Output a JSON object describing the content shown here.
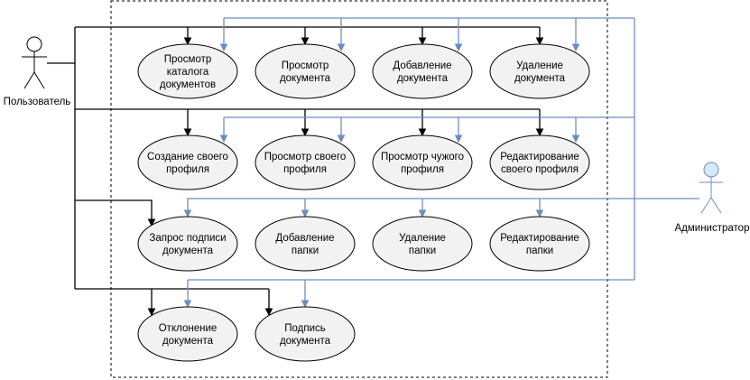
{
  "actors": {
    "user": {
      "label": "Пользователь"
    },
    "admin": {
      "label": "Администратор"
    }
  },
  "use_cases": [
    {
      "id": "uc-view-catalog",
      "lines": [
        "Просмотр",
        "каталога",
        "документов"
      ]
    },
    {
      "id": "uc-view-document",
      "lines": [
        "Просмотр",
        "документа"
      ]
    },
    {
      "id": "uc-add-document",
      "lines": [
        "Добавление",
        "документа"
      ]
    },
    {
      "id": "uc-delete-document",
      "lines": [
        "Удаление",
        "документа"
      ]
    },
    {
      "id": "uc-create-profile",
      "lines": [
        "Создание своего",
        "профиля"
      ]
    },
    {
      "id": "uc-view-own-profile",
      "lines": [
        "Просмотр своего",
        "профиля"
      ]
    },
    {
      "id": "uc-view-other-profile",
      "lines": [
        "Просмотр чужого",
        "профиля"
      ]
    },
    {
      "id": "uc-edit-own-profile",
      "lines": [
        "Редактирование",
        "своего профиля"
      ]
    },
    {
      "id": "uc-request-signature",
      "lines": [
        "Запрос подписи",
        "документа"
      ]
    },
    {
      "id": "uc-add-folder",
      "lines": [
        "Добавление",
        "папки"
      ]
    },
    {
      "id": "uc-delete-folder",
      "lines": [
        "Удаление",
        "папки"
      ]
    },
    {
      "id": "uc-edit-folder",
      "lines": [
        "Редактирование",
        "папки"
      ]
    },
    {
      "id": "uc-reject-document",
      "lines": [
        "Отклонение",
        "документа"
      ]
    },
    {
      "id": "uc-sign-document",
      "lines": [
        "Подпись",
        "документа"
      ]
    }
  ],
  "colors": {
    "user_lines": "#000000",
    "admin_lines": "#6c8ebf",
    "user_actor": "#000000",
    "admin_actor_fill": "#dae8fc",
    "admin_actor_stroke": "#6c8ebf",
    "use_case_fill": "#f2f2f2"
  }
}
